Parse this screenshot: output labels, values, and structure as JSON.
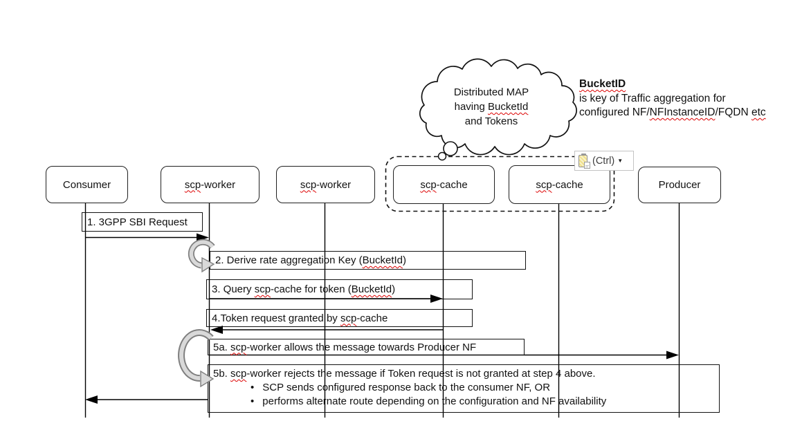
{
  "palette": {
    "squiggle_red": "#dd0000",
    "curve_arrow_fill": "#d9d9d9",
    "curve_arrow_stroke": "#7f7f7f",
    "diagram_line": "#000000",
    "clipboard_yellow": "#f0e18c"
  },
  "cloud_note": {
    "line1": "Distributed MAP",
    "line2_pre": "having ",
    "line2_flag": "BucketId",
    "line3": "and Tokens"
  },
  "annotation": {
    "title": "BucketID",
    "line2": "is key of Traffic aggregation for",
    "line3_p1": "configured NF/",
    "line3_flag1": "NFInstanceID",
    "line3_p2": "/FQDN ",
    "line3_flag2": "etc"
  },
  "paste_button": {
    "label": "(Ctrl)",
    "dropdown_glyph": "▼",
    "icon": "clipboard-icon"
  },
  "actors": [
    {
      "label": "Consumer"
    },
    {
      "flag": "scp",
      "rest": "-worker"
    },
    {
      "flag": "scp",
      "rest": "-worker"
    },
    {
      "flag": "scp",
      "rest": "-cache"
    },
    {
      "flag": "scp",
      "rest": "-cache"
    },
    {
      "label": "Producer"
    }
  ],
  "messages": {
    "m1": {
      "label": "1. 3GPP SBI Request"
    },
    "m2": {
      "p1": "2. Derive rate aggregation Key (",
      "flag1": "BucketId",
      "p2": ")"
    },
    "m3": {
      "p1": "3. Query ",
      "flag1": "scp",
      "p2": "-cache for token (",
      "flag2": "BucketId",
      "p3": ")"
    },
    "m4": {
      "p1": "4.Token request granted by ",
      "flag1": "scp",
      "p2": "-cache"
    },
    "m5a": {
      "p1": "5a. ",
      "flag1": "scp",
      "p2": "-worker allows the message towards Producer NF"
    },
    "m5b": {
      "p1": "5b. ",
      "flag1": "scp",
      "p2": "-worker rejects the message if Token request is not granted at step 4 above.",
      "bullet_char": "•",
      "bullet1": "SCP sends configured response back to the consumer NF, OR",
      "bullet2": "performs alternate route depending on the configuration and NF availability"
    }
  }
}
